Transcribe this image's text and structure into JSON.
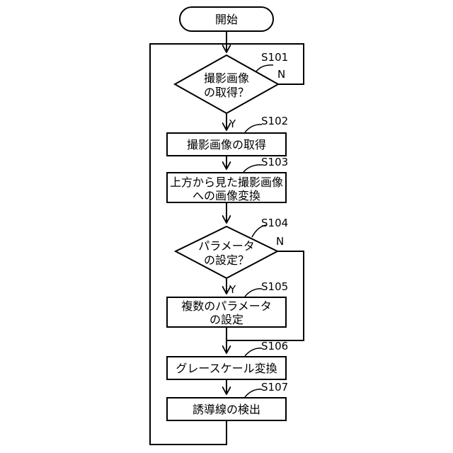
{
  "flowchart": {
    "start": {
      "label": "開始"
    },
    "s101": {
      "id": "S101",
      "lines": [
        "撮影画像",
        "の取得？"
      ],
      "yes": "Y",
      "no": "N"
    },
    "s102": {
      "id": "S102",
      "lines": [
        "撮影画像の取得"
      ]
    },
    "s103": {
      "id": "S103",
      "lines": [
        "上方から見た撮影画像",
        "への画像変換"
      ]
    },
    "s104": {
      "id": "S104",
      "lines": [
        "パラメータ",
        "の設定？"
      ],
      "yes": "Y",
      "no": "N"
    },
    "s105": {
      "id": "S105",
      "lines": [
        "複数のパラメータ",
        "の設定"
      ]
    },
    "s106": {
      "id": "S106",
      "lines": [
        "グレースケール変換"
      ]
    },
    "s107": {
      "id": "S107",
      "lines": [
        "誘導線の検出"
      ]
    }
  }
}
